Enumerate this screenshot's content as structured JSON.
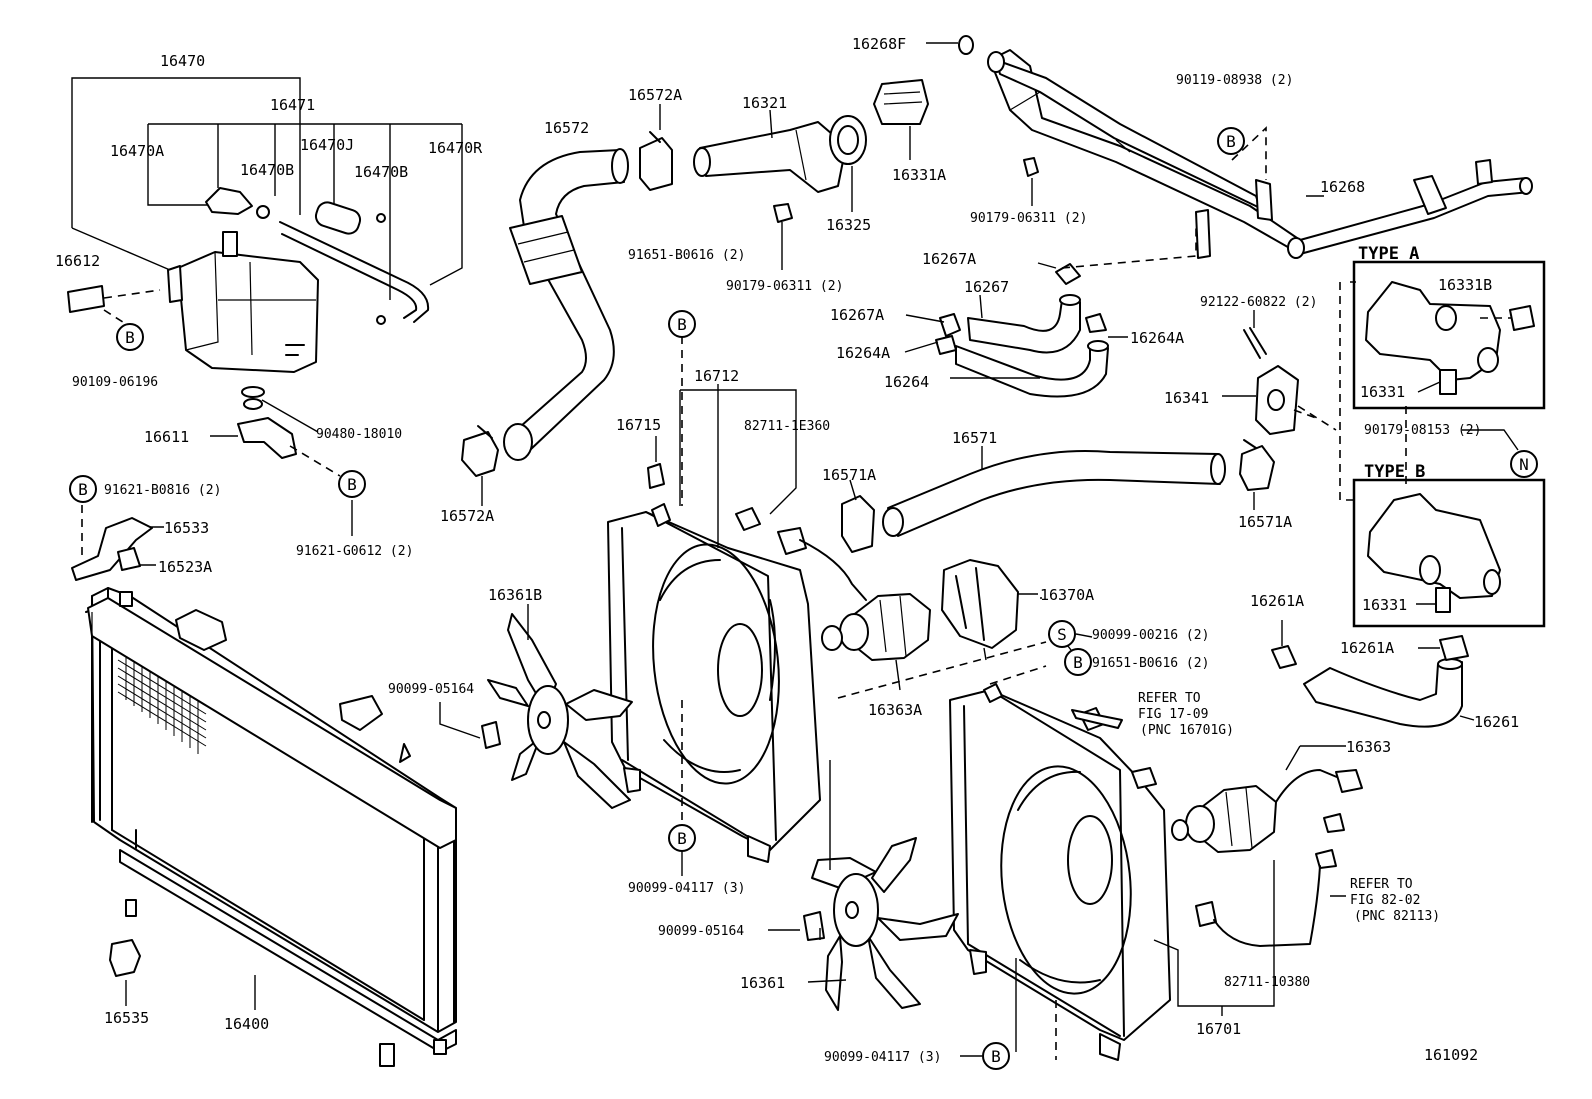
{
  "labels": {
    "p16470": "16470",
    "p16471": "16471",
    "p16470A": "16470A",
    "p16470J": "16470J",
    "p16470R": "16470R",
    "p16470B_1": "16470B",
    "p16470B_2": "16470B",
    "p16612": "16612",
    "p90109": "90109-06196",
    "p16611": "16611",
    "p90480": "90480-18010",
    "p91621_0612": "91621-G0612 (2)",
    "p91621_0816": "91621-B0816 (2)",
    "p16533": "16533",
    "p16523A": "16523A",
    "p16572": "16572",
    "p16572A_top": "16572A",
    "p16572A_bot": "16572A",
    "p16321": "16321",
    "p16325": "16325",
    "p16268F": "16268F",
    "p16331A": "16331A",
    "p90179_a": "90179-06311 (2)",
    "p90179_b": "90179-06311 (2)",
    "p90119": "90119-08938 (2)",
    "p16268": "16268",
    "p91651_top": "91651-B0616 (2)",
    "p16267A_1": "16267A",
    "p16267A_2": "16267A",
    "p16267": "16267",
    "p16264A_1": "16264A",
    "p16264A_2": "16264A",
    "p16264": "16264",
    "p92122": "92122-60822 (2)",
    "p16341": "16341",
    "p16712": "16712",
    "p16715": "16715",
    "p82711_1E": "82711-1E360",
    "p16571": "16571",
    "p16571A_1": "16571A",
    "p16571A_2": "16571A",
    "p90179_08153": "90179-08153 (2)",
    "type_a": "TYPE A",
    "type_b": "TYPE B",
    "p16331B": "16331B",
    "p16331_a": "16331",
    "p16331_b": "16331",
    "p16361B": "16361B",
    "p16370A": "16370A",
    "p90099_00216": "90099-00216 (2)",
    "p91651_mid": "91651-B0616 (2)",
    "p16261A_1": "16261A",
    "p16261A_2": "16261A",
    "p16261": "16261",
    "p90099_05164_a": "90099-05164",
    "p16363A": "16363A",
    "refer1_1": "REFER TO",
    "refer1_2": "FIG 17-09",
    "refer1_3": "(PNC 16701G)",
    "p16363": "16363",
    "p90099_04117_a": "90099-04117 (3)",
    "refer2_1": "REFER TO",
    "refer2_2": "FIG 82-02",
    "refer2_3": "(PNC 82113)",
    "p90099_05164_b": "90099-05164",
    "p16361": "16361",
    "p82711_10380": "82711-10380",
    "p16701": "16701",
    "p16535": "16535",
    "p16400": "16400",
    "p90099_04117_b": "90099-04117 (3)",
    "fig_no": "161092"
  },
  "callouts": {
    "b": "B",
    "s": "S",
    "n": "N"
  }
}
